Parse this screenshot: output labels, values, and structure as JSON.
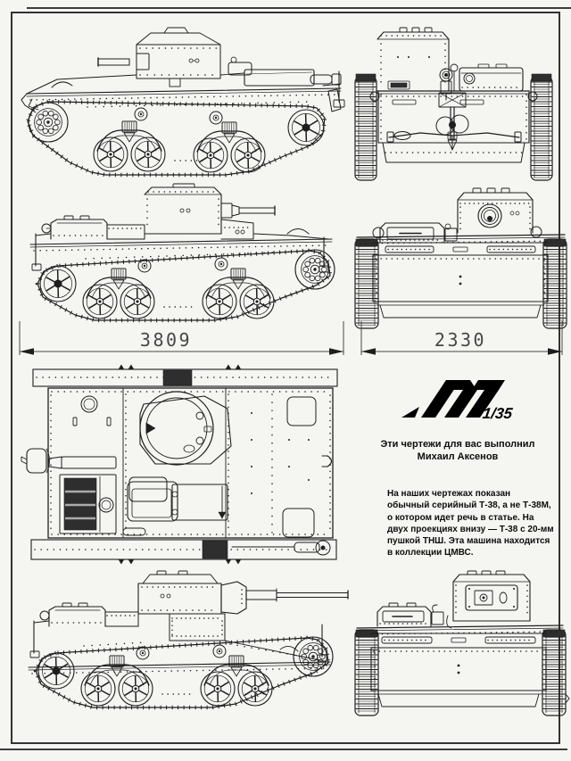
{
  "page": {
    "background": "#f5f5f2",
    "ink": "#1e1e1e"
  },
  "logo": {
    "letter_m": "M",
    "scale": "1/35"
  },
  "credit": {
    "line1": "Эти чертежи для вас выполнил",
    "line2": "Михаил Аксенов"
  },
  "note": {
    "lines": [
      "На наших чертежах показан",
      "обычный серийный Т-38, а не Т-38М,",
      "о котором идет речь в статье. На",
      "двух проекциях внизу — Т-38 с 20-мм",
      "пушкой ТНШ. Эта машина находится",
      "в коллекции ЦМВС."
    ]
  },
  "dimensions": {
    "length_mm": "3809",
    "width_mm": "2330"
  },
  "views": {
    "top_side": "side view",
    "top_rear": "rear view",
    "middle_side": "side view",
    "middle_front": "front view",
    "plan": "top view",
    "bottom_side": "side view with 20-mm TNSh gun",
    "bottom_front": "front view with 20-mm TNSh gun"
  }
}
